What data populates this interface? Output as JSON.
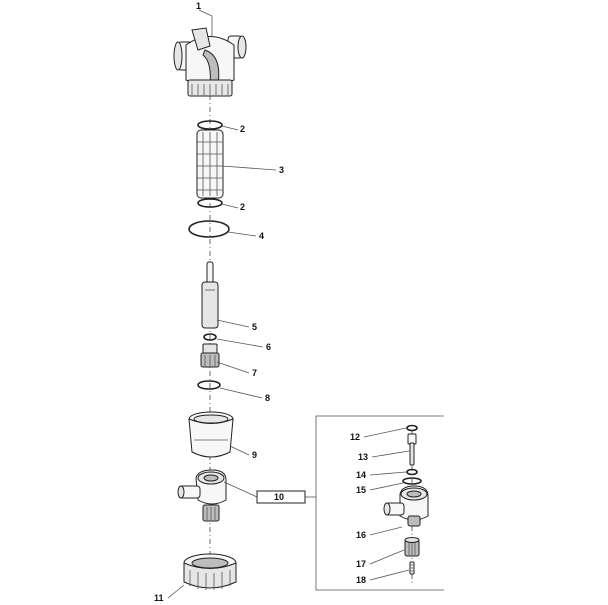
{
  "labels": {
    "p1": "1",
    "p2a": "2",
    "p3": "3",
    "p2b": "2",
    "p4": "4",
    "p5": "5",
    "p6": "6",
    "p7": "7",
    "p8": "8",
    "p9": "9",
    "p10": "10",
    "p11": "11",
    "p12": "12",
    "p13": "13",
    "p14": "14",
    "p15": "15",
    "p16": "16",
    "p17": "17",
    "p18": "18"
  }
}
